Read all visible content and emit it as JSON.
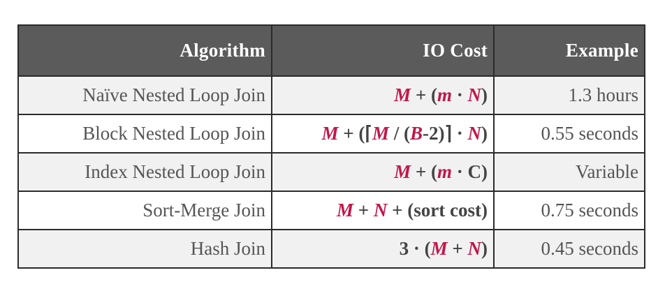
{
  "table": {
    "headers": [
      "Algorithm",
      "IO Cost",
      "Example"
    ],
    "rows": [
      {
        "algorithm": "Naïve Nested Loop Join",
        "cost_tokens": [
          {
            "t": "M",
            "s": "var"
          },
          {
            "t": " + (",
            "s": "op"
          },
          {
            "t": "m",
            "s": "var"
          },
          {
            "t": " · ",
            "s": "op"
          },
          {
            "t": "N",
            "s": "var"
          },
          {
            "t": ")",
            "s": "op"
          }
        ],
        "example": "1.3 hours"
      },
      {
        "algorithm": "Block Nested Loop Join",
        "cost_tokens": [
          {
            "t": "M",
            "s": "var"
          },
          {
            "t": " + (⌈",
            "s": "op"
          },
          {
            "t": "M",
            "s": "var"
          },
          {
            "t": " / (",
            "s": "op"
          },
          {
            "t": "B",
            "s": "var"
          },
          {
            "t": "-2)⌉ · ",
            "s": "op"
          },
          {
            "t": "N",
            "s": "var"
          },
          {
            "t": ")",
            "s": "op"
          }
        ],
        "example": "0.55 seconds"
      },
      {
        "algorithm": "Index Nested Loop Join",
        "cost_tokens": [
          {
            "t": "M",
            "s": "var"
          },
          {
            "t": " + (",
            "s": "op"
          },
          {
            "t": "m",
            "s": "var"
          },
          {
            "t": " · C)",
            "s": "op"
          }
        ],
        "example": "Variable"
      },
      {
        "algorithm": "Sort-Merge Join",
        "cost_tokens": [
          {
            "t": "M",
            "s": "var"
          },
          {
            "t": " + ",
            "s": "op"
          },
          {
            "t": "N",
            "s": "var"
          },
          {
            "t": " + (sort cost)",
            "s": "op"
          }
        ],
        "example": "0.75 seconds"
      },
      {
        "algorithm": "Hash Join",
        "cost_tokens": [
          {
            "t": "3 · (",
            "s": "op"
          },
          {
            "t": "M",
            "s": "var"
          },
          {
            "t": " + ",
            "s": "op"
          },
          {
            "t": "N",
            "s": "var"
          },
          {
            "t": ")",
            "s": "op"
          }
        ],
        "example": "0.45 seconds"
      }
    ]
  },
  "colors": {
    "header_bg": "#5b5b5b",
    "header_text": "#ffffff",
    "row_alt_bg": "#f1f1f1",
    "variable": "#c0174a",
    "text": "#555555",
    "border": "#2b2b2b"
  }
}
